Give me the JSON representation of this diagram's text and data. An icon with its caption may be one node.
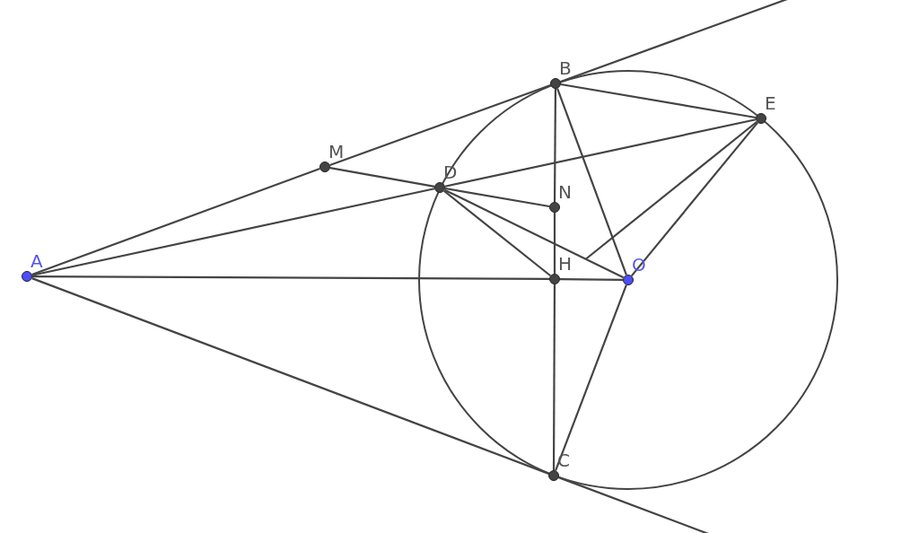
{
  "diagram": {
    "nodes": [
      {
        "text": [
          "B"
        ]
      },
      {
        "text": [
          "E"
        ]
      },
      {
        "text": [
          "M"
        ]
      },
      {
        "text": [
          "D"
        ]
      },
      {
        "text": [
          "N"
        ]
      },
      {
        "text": [
          "A"
        ]
      },
      {
        "text": [
          "H"
        ]
      },
      {
        "text": [
          "O"
        ]
      },
      {
        "text": [
          "C"
        ]
      }
    ],
    "edges": [
      {
        "from": 5,
        "to": 2,
        "arrow": "none"
      },
      {
        "from": 2,
        "to": 0,
        "arrow": "none"
      },
      {
        "from": 0,
        "to": null,
        "arrow": "none"
      },
      {
        "from": 5,
        "to": 8,
        "arrow": "none"
      },
      {
        "from": 8,
        "to": null,
        "arrow": "none"
      },
      {
        "from": 5,
        "to": 3,
        "arrow": "none"
      },
      {
        "from": 3,
        "to": 1,
        "arrow": "none"
      },
      {
        "from": 5,
        "to": 6,
        "arrow": "none"
      },
      {
        "from": 6,
        "to": 7,
        "arrow": "none"
      },
      {
        "from": 2,
        "to": 3,
        "arrow": "none"
      },
      {
        "from": 0,
        "to": 4,
        "arrow": "none"
      },
      {
        "from": 4,
        "to": 6,
        "arrow": "none"
      },
      {
        "from": 6,
        "to": 8,
        "arrow": "none"
      },
      {
        "from": 0,
        "to": 1,
        "arrow": "none"
      },
      {
        "from": 0,
        "to": 7,
        "arrow": "none"
      },
      {
        "from": 3,
        "to": 4,
        "arrow": "none"
      },
      {
        "from": 3,
        "to": 6,
        "arrow": "none"
      },
      {
        "from": 3,
        "to": 7,
        "arrow": "none"
      },
      {
        "from": 1,
        "to": null,
        "arrow": "none"
      },
      {
        "from": 1,
        "to": 7,
        "arrow": "none"
      },
      {
        "from": 7,
        "to": 8,
        "arrow": "none"
      }
    ]
  }
}
